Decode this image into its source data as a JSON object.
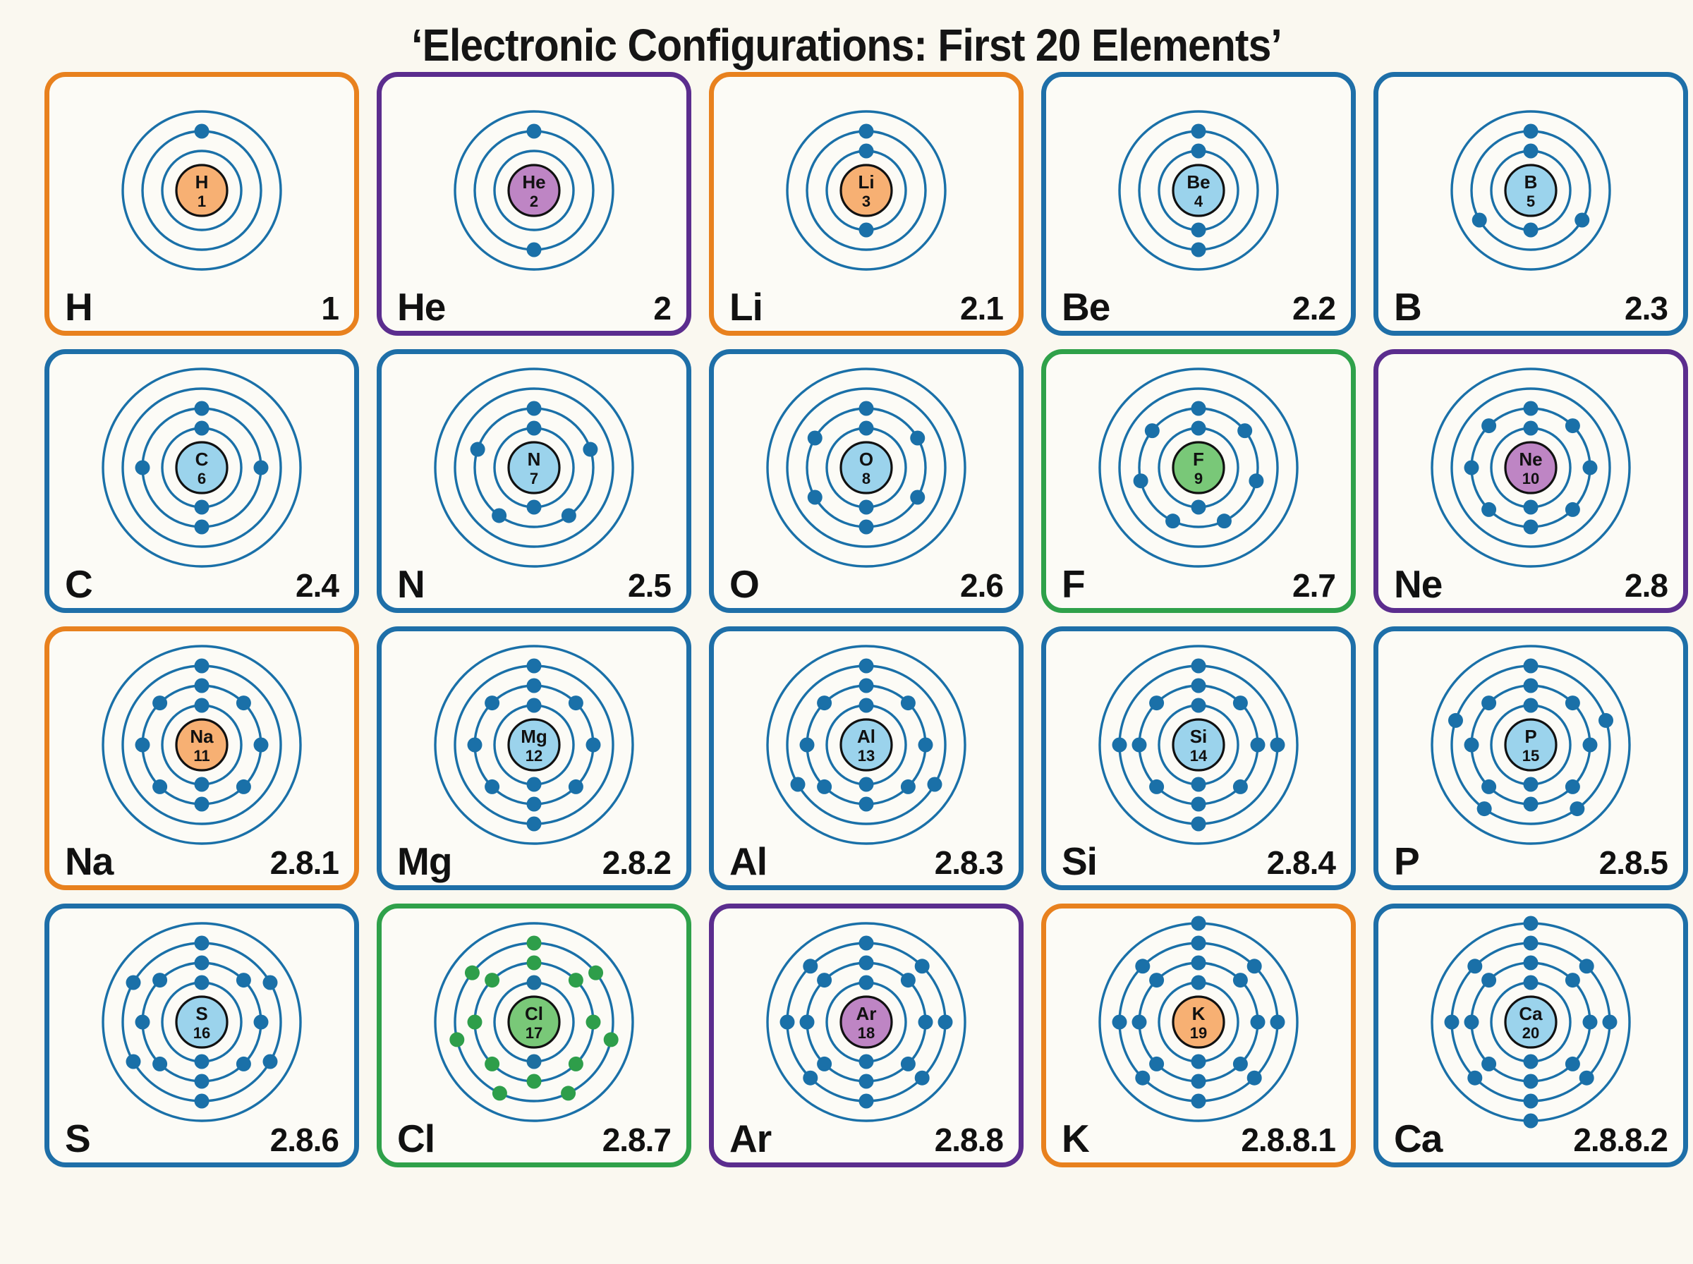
{
  "title": "‘Electronic Configurations: First 20 Elements’",
  "palette": {
    "background": "#FAF8F0",
    "card_background": "#FCFBF6",
    "ring": "#1A70A8",
    "electron": "#1A70A8",
    "electron_inner": "#1D6FA0",
    "border_orange": "#E8811E",
    "border_purple": "#5B2D8E",
    "border_green": "#2FA14A",
    "border_blue": "#1E6FA8",
    "nucleus_orange": "#F7B073",
    "nucleus_purple": "#BE85C4",
    "nucleus_green": "#79C878",
    "nucleus_blue": "#9BD3EC",
    "electron_green": "#2E9E4A",
    "text": "#111111"
  },
  "elements": [
    {
      "symbol": "H",
      "number": "1",
      "config": "1",
      "shells": [
        0,
        1
      ],
      "rings": 3,
      "group": "orange",
      "nucleus": "nucleus_orange",
      "electron_color": "electron"
    },
    {
      "symbol": "He",
      "number": "2",
      "config": "2",
      "shells": [
        0,
        2
      ],
      "rings": 3,
      "group": "purple",
      "nucleus": "nucleus_purple",
      "electron_color": "electron"
    },
    {
      "symbol": "Li",
      "number": "3",
      "config": "2.1",
      "shells": [
        2,
        1
      ],
      "rings": 3,
      "group": "orange",
      "nucleus": "nucleus_orange",
      "electron_color": "electron"
    },
    {
      "symbol": "Be",
      "number": "4",
      "config": "2.2",
      "shells": [
        2,
        2
      ],
      "rings": 3,
      "group": "blue",
      "nucleus": "nucleus_blue",
      "electron_color": "electron"
    },
    {
      "symbol": "B",
      "number": "5",
      "config": "2.3",
      "shells": [
        2,
        3
      ],
      "rings": 3,
      "group": "blue",
      "nucleus": "nucleus_blue",
      "electron_color": "electron"
    },
    {
      "symbol": "C",
      "number": "6",
      "config": "2.4",
      "shells": [
        2,
        4
      ],
      "rings": 4,
      "group": "blue",
      "nucleus": "nucleus_blue",
      "electron_color": "electron"
    },
    {
      "symbol": "N",
      "number": "7",
      "config": "2.5",
      "shells": [
        2,
        5
      ],
      "rings": 4,
      "group": "blue",
      "nucleus": "nucleus_blue",
      "electron_color": "electron"
    },
    {
      "symbol": "O",
      "number": "8",
      "config": "2.6",
      "shells": [
        2,
        6
      ],
      "rings": 4,
      "group": "blue",
      "nucleus": "nucleus_blue",
      "electron_color": "electron"
    },
    {
      "symbol": "F",
      "number": "9",
      "config": "2.7",
      "shells": [
        2,
        7
      ],
      "rings": 4,
      "group": "green",
      "nucleus": "nucleus_green",
      "electron_color": "electron"
    },
    {
      "symbol": "Ne",
      "number": "10",
      "config": "2.8",
      "shells": [
        2,
        8
      ],
      "rings": 4,
      "group": "purple",
      "nucleus": "nucleus_purple",
      "electron_color": "electron"
    },
    {
      "symbol": "Na",
      "number": "11",
      "config": "2.8.1",
      "shells": [
        2,
        8,
        1
      ],
      "rings": 4,
      "group": "orange",
      "nucleus": "nucleus_orange",
      "electron_color": "electron"
    },
    {
      "symbol": "Mg",
      "number": "12",
      "config": "2.8.2",
      "shells": [
        2,
        8,
        2
      ],
      "rings": 4,
      "group": "blue",
      "nucleus": "nucleus_blue",
      "electron_color": "electron"
    },
    {
      "symbol": "Al",
      "number": "13",
      "config": "2.8.3",
      "shells": [
        2,
        8,
        3
      ],
      "rings": 4,
      "group": "blue",
      "nucleus": "nucleus_blue",
      "electron_color": "electron"
    },
    {
      "symbol": "Si",
      "number": "14",
      "config": "2.8.4",
      "shells": [
        2,
        8,
        4
      ],
      "rings": 4,
      "group": "blue",
      "nucleus": "nucleus_blue",
      "electron_color": "electron"
    },
    {
      "symbol": "P",
      "number": "15",
      "config": "2.8.5",
      "shells": [
        2,
        8,
        5
      ],
      "rings": 4,
      "group": "blue",
      "nucleus": "nucleus_blue",
      "electron_color": "electron"
    },
    {
      "symbol": "S",
      "number": "16",
      "config": "2.8.6",
      "shells": [
        2,
        8,
        6
      ],
      "rings": 4,
      "group": "blue",
      "nucleus": "nucleus_blue",
      "electron_color": "electron"
    },
    {
      "symbol": "Cl",
      "number": "17",
      "config": "2.8.7",
      "shells": [
        2,
        8,
        7
      ],
      "rings": 4,
      "group": "green",
      "nucleus": "nucleus_green",
      "electron_color": "electron_green"
    },
    {
      "symbol": "Ar",
      "number": "18",
      "config": "2.8.8",
      "shells": [
        2,
        8,
        8
      ],
      "rings": 4,
      "group": "purple",
      "nucleus": "nucleus_purple",
      "electron_color": "electron"
    },
    {
      "symbol": "K",
      "number": "19",
      "config": "2.8.8.1",
      "shells": [
        2,
        8,
        8,
        1
      ],
      "rings": 4,
      "group": "orange",
      "nucleus": "nucleus_orange",
      "electron_color": "electron"
    },
    {
      "symbol": "Ca",
      "number": "20",
      "config": "2.8.8.2",
      "shells": [
        2,
        8,
        8,
        2
      ],
      "rings": 4,
      "group": "blue",
      "nucleus": "nucleus_blue",
      "electron_color": "electron"
    }
  ]
}
